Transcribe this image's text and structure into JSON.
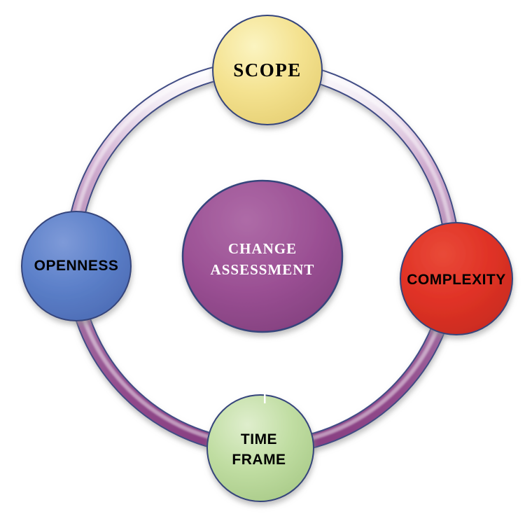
{
  "diagram": {
    "background_color": "#FFFFFF",
    "border_color": "#35447C",
    "ring": {
      "edge_color": "#3F4C85",
      "highlight_color": "#FFFFFF",
      "stops": {
        "s0": "#FDFCFE",
        "s1": "#F2EBF4",
        "s2": "#CFACCF",
        "s3": "#B78FB7",
        "s4": "#A471A4",
        "s5": "#924B8C",
        "s6": "#883F82"
      }
    },
    "center": {
      "lines": [
        "CHANGE",
        "ASSESSMENT"
      ],
      "text_color": "#FFFFFF",
      "fill_light": "#AE6BA7",
      "fill": "#9B5094",
      "fill_dark": "#7F3D7B"
    },
    "nodes": {
      "top": {
        "label": "SCOPE",
        "text_color": "#000000",
        "fill_light": "#FBF4C1",
        "fill": "#F4E290",
        "fill_dark": "#E4CD70"
      },
      "right": {
        "label": "COMPLEXITY",
        "text_color": "#000000",
        "fill_light": "#E94A38",
        "fill": "#E03226",
        "fill_dark": "#C52A1E"
      },
      "bottom": {
        "lines": [
          "TIME",
          "FRAME"
        ],
        "text_color": "#000000",
        "fill_light": "#DFEECD",
        "fill": "#C0DDA2",
        "fill_dark": "#A6C885"
      },
      "left": {
        "label": "OPENNESS",
        "text_color": "#000000",
        "fill_light": "#7E9AD8",
        "fill": "#5C80C9",
        "fill_dark": "#4A69B2"
      }
    },
    "artifact": {
      "color": "#FFFFFF"
    }
  }
}
